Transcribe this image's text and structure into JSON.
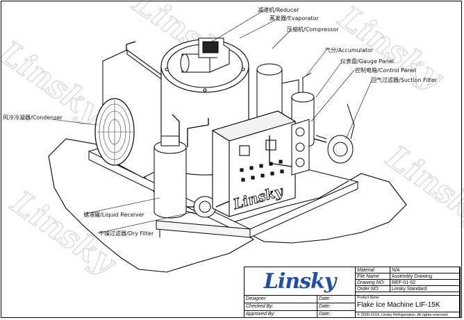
{
  "watermark": "Linsky",
  "callouts": [
    {
      "id": "reducer",
      "text": "减速机/Reducer"
    },
    {
      "id": "evaporator",
      "text": "蒸发器/Evaporator"
    },
    {
      "id": "compressor",
      "text": "压缩机/Compressor"
    },
    {
      "id": "accumulator",
      "text": "气分/Accumulator"
    },
    {
      "id": "gauge_panel",
      "text": "仪表盘/Gauge Panel"
    },
    {
      "id": "control_panel",
      "text": "控制电箱/Control Panel"
    },
    {
      "id": "suction_filter",
      "text": "回气过滤器/Suction Filter"
    },
    {
      "id": "condenser",
      "text": "风冷冷凝器/Condenser"
    },
    {
      "id": "liquid_receiver",
      "text": "储液罐/Liquid Receiver"
    },
    {
      "id": "dry_filter",
      "text": "干燥过滤器/Dry Filter"
    }
  ],
  "machine_logo": "Linsky",
  "title_block": {
    "logo": "Linsky",
    "material_label": "Material",
    "material_value": "N/A",
    "file_name_label": "File Name",
    "file_name_value": "Assembly Drawing",
    "drawing_no_label": "Drawing NO:",
    "drawing_no_value": "REF-01-02",
    "order_no_label": "Order NO:",
    "order_no_value": "Linsky Standard",
    "designer_label": "Designer:",
    "checked_by_label": "Checked By:",
    "approved_by_label": "Approved By:",
    "date_label": "Date:",
    "product_name_label": "Product Name",
    "product_name_value": "Flake Ice Machine LIF-15K",
    "copyright": "© 2000-2014, Linsky Refrigeration. All rights reserved."
  }
}
